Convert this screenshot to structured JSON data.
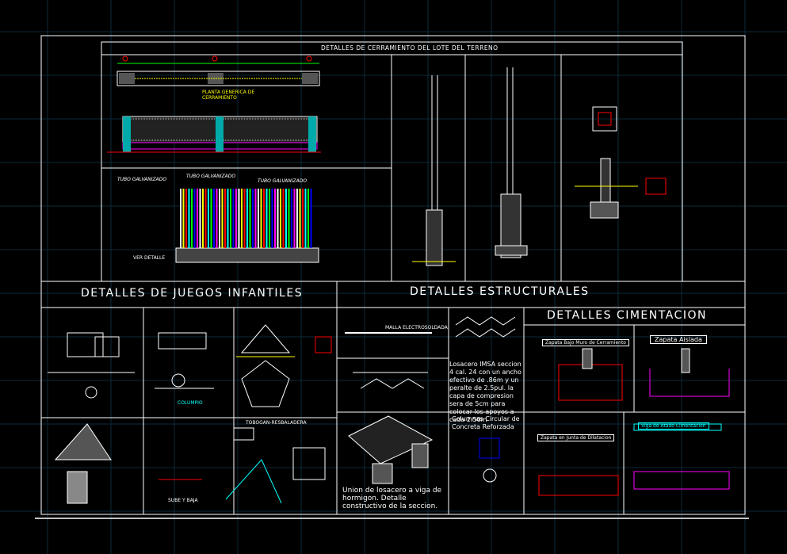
{
  "sheet": {
    "title_top": "DETALLES DE CERRAMIENTO DEL LOTE DEL TERRENO",
    "section_juegos": "DETALLES DE JUEGOS INFANTILES",
    "section_estructurales": "DETALLES ESTRUCTURALES",
    "section_cimentacion": "DETALLES CIMENTACION"
  },
  "labels": {
    "planta": "PLANTA GENERICA DE",
    "planta2": "CERRAMIENTO",
    "tubo1": "TUBO GALVANIZADO",
    "tubo2": "TUBO GALVANIZADO",
    "tubo3": "TUBO GALVANIZADO",
    "ver_detalle": "VER DETALLE",
    "columpio": "COLUMPIO",
    "tobogan": "TOBOGAN-RESBALADERA",
    "subeybaja": "SUBE Y BAJA",
    "malla": "MALLA ELECTROSOLDADA",
    "zapata_aislada": "Zapata Aislada",
    "zapata_bajo_muro": "Zapata Bajo Muro de Cerramiento",
    "zapata_junta": "Zapata en Junta de Dilatacion",
    "viga_cimentacion": "Viga de Atado Cimentacion"
  },
  "notes": {
    "losacero": "Losacero IMSA seccion 4 cal. 24 con un ancho efectivo de .86m y un peralte de 2.5pul. la capa de compresion sera de 5cm para colocar los apoyos a cada 2.50m",
    "columnas": "Columnas Circular de Concreta Reforzada",
    "union": "Union de losacero a viga de hormigon. Detalle constructivo de la seccion."
  },
  "colors": {
    "background": "#000000",
    "frame": "#ffffff",
    "grid": "#0b2a3a",
    "accent_cyan": "#00ffff",
    "accent_red": "#ff0000",
    "accent_yellow": "#ffff00",
    "accent_magenta": "#ff00ff",
    "accent_blue": "#0000ff",
    "accent_green": "#00ff00"
  }
}
